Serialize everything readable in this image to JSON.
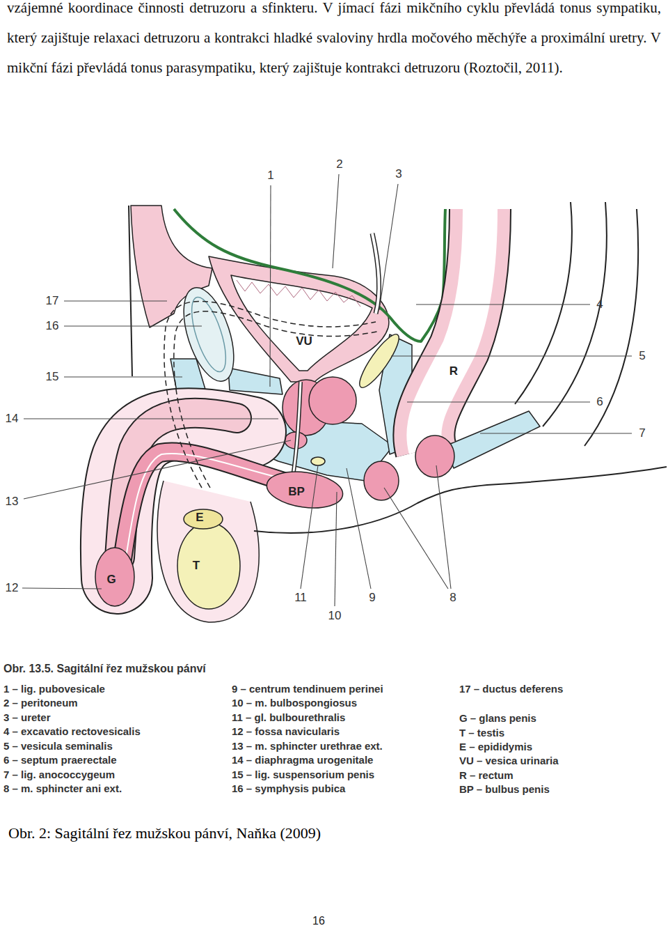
{
  "diagram": {
    "title": "Obr. 13.5. Sagitální řez mužskou pánví",
    "caption": "Obr. 2: Sagitální řez mužskou pánví, Naňka (2009)",
    "labels": [
      "vzájemné koordinace činnosti detruzoru a sfinkteru. V jímací fázi mikčního cyklu převládá tonus sympatiku, který zajištuje relaxaci detruzoru a kontrakci hladké svaloviny hrdla močového měchýře a proximální uretry. V mikční fázi převládá tonus parasympatiku, který zajištuje kontrakci detruzoru (Roztočil, 2011).",
      "1",
      "2",
      "3",
      "4",
      "5",
      "6",
      "7",
      "8",
      "9",
      "10",
      "11",
      "12",
      "13",
      "14",
      "15",
      "16",
      "17",
      "VU",
      "R",
      "BP",
      "E",
      "T",
      "G",
      "1 – lig. pubovesicale",
      "2 – peritoneum",
      "3 – ureter",
      "4 – excavatio rectovesicalis",
      "5 – vesicula seminalis",
      "6 – septum praerectale",
      "7 – lig. anococcygeum",
      "8 – m. sphincter ani ext.",
      "9 – centrum tendinuem perinei",
      "10 – m. bulbospongiosus",
      "11 – gl. bulbourethralis",
      "12 – fossa navicularis",
      "13 – m. sphincter urethrae ext.",
      "14 – diaphragma urogenitale",
      "15 – lig. suspensorium penis",
      "16 – symphysis pubica",
      "17 – ductus deferens",
      "G – glans penis",
      "T – testis",
      "E – epididymis",
      "VU – vesica urinaria",
      "R – rectum",
      "BP – bulbus penis",
      "16"
    ]
  }
}
